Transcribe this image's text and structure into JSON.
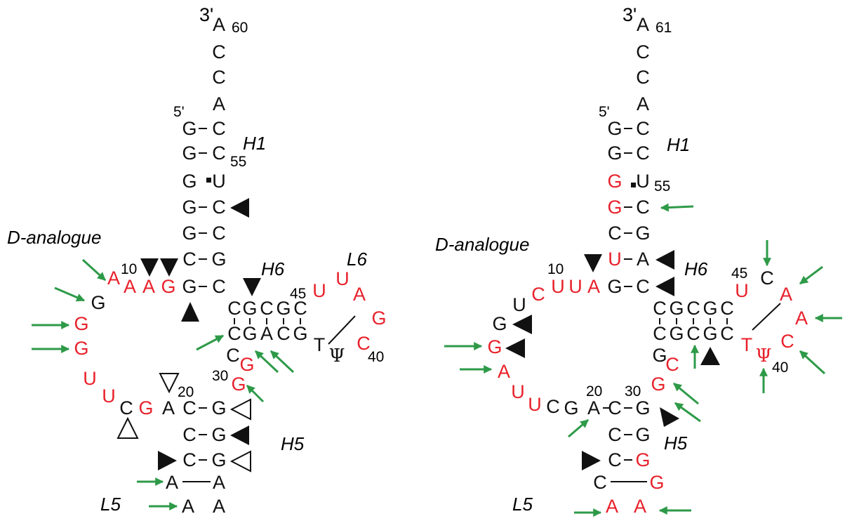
{
  "colors": {
    "base": "#111111",
    "highlight": "#e8212b",
    "arrow": "#2e9a48"
  },
  "icons": [
    "green-arrow-icon",
    "filled-triangle-icon",
    "open-triangle-icon",
    "gu-wobble-pair-icon"
  ],
  "panels": [
    {
      "labels": {
        "d_analogue": "D-analogue",
        "h1": "H1",
        "h5": "H5",
        "h6": "H6",
        "l5": "L5",
        "l6": "L6"
      },
      "end_labels": {
        "three_prime": "3'",
        "five_prime": "5'"
      },
      "nucleotides": [
        "A",
        "C",
        "C",
        "A",
        "G",
        "C",
        "G",
        "C",
        "G",
        "U",
        "G",
        "C",
        "G",
        "C",
        "C",
        "G",
        "A",
        "A",
        "G",
        "G",
        "C",
        "G",
        "A",
        "G",
        "G",
        "A",
        "U",
        "U",
        "C",
        "G",
        "A",
        "C",
        "G",
        "G",
        "C",
        "G",
        "C",
        "G",
        "A",
        "A",
        "A",
        "A",
        "C",
        "G",
        "C",
        "G",
        "C",
        "C",
        "G",
        "A",
        "C",
        "G",
        "C",
        "G",
        "T",
        "Ψ",
        "C",
        "G",
        "A",
        "U",
        "U",
        "C",
        "C"
      ],
      "numbers": [
        "60",
        "55",
        "10",
        "45",
        "30",
        "20",
        "40"
      ]
    },
    {
      "labels": {
        "d_analogue": "D-analogue",
        "h1": "H1",
        "h5": "H5",
        "h6": "H6",
        "l5": "L5"
      },
      "end_labels": {
        "three_prime": "3'",
        "five_prime": "5'"
      },
      "nucleotides": [
        "A",
        "C",
        "C",
        "A",
        "G",
        "C",
        "G",
        "C",
        "G",
        "U",
        "G",
        "C",
        "C",
        "G",
        "U",
        "A",
        "G",
        "C",
        "A",
        "U",
        "U",
        "C",
        "U",
        "G",
        "G",
        "A",
        "U",
        "U",
        "C",
        "G",
        "A",
        "C",
        "G",
        "G",
        "C",
        "G",
        "C",
        "G",
        "C",
        "G",
        "A",
        "A",
        "A",
        "A",
        "C",
        "G",
        "C",
        "G",
        "C",
        "C",
        "G",
        "C",
        "G",
        "C",
        "G",
        "C",
        "G",
        "T",
        "Ψ",
        "C",
        "A",
        "A",
        "U",
        "C"
      ],
      "numbers": [
        "61",
        "55",
        "10",
        "45",
        "20",
        "30",
        "40"
      ]
    }
  ]
}
